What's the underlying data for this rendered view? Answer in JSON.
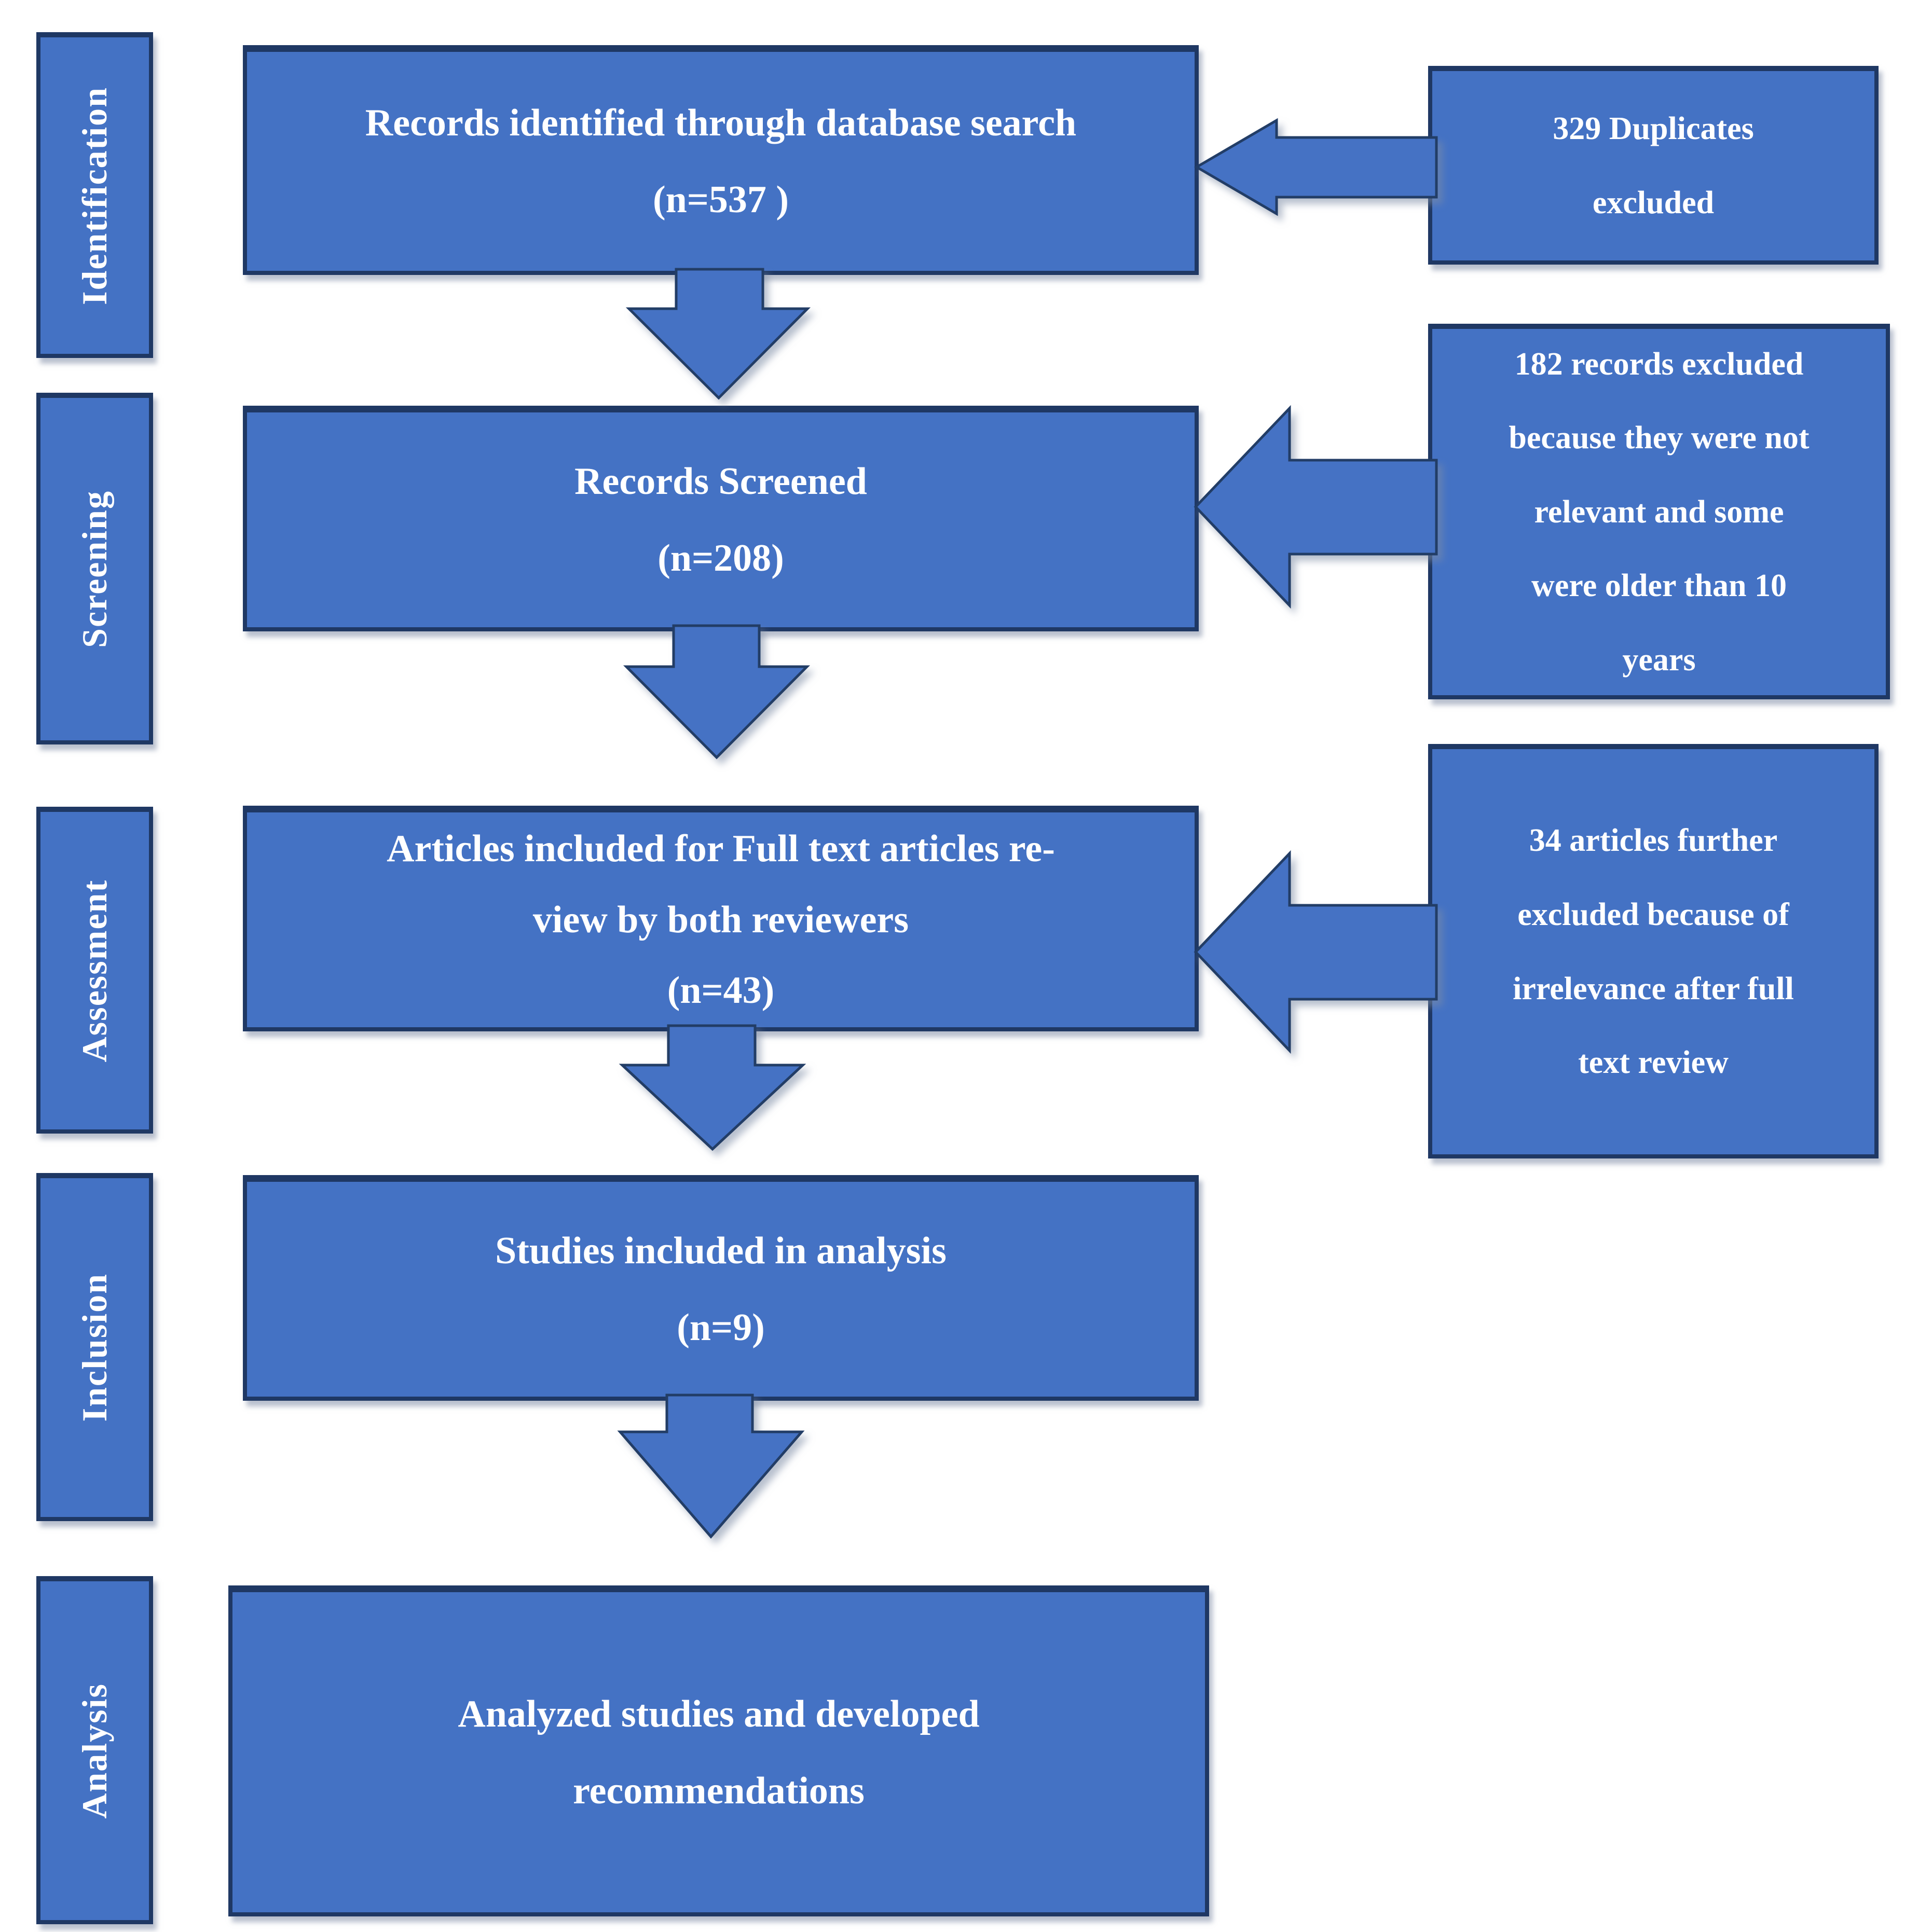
{
  "diagram": {
    "title": "PRISMA style study selection flow diagram",
    "colors": {
      "box_fill": "#4472c4",
      "box_border": "#1f3864",
      "text": "#ffffff",
      "background": "#ffffff"
    },
    "stages": [
      {
        "label": "Identification"
      },
      {
        "label": "Screening"
      },
      {
        "label": "Assessment"
      },
      {
        "label": "Inclusion"
      },
      {
        "label": "Analysis"
      }
    ],
    "main_boxes": [
      {
        "text": "Records identified through database search\n(n=537 )"
      },
      {
        "text": "Records Screened\n(n=208)"
      },
      {
        "text": "Articles included for Full text articles re-\nview by both reviewers\n(n=43)"
      },
      {
        "text": "Studies included in analysis\n(n=9)"
      },
      {
        "text": "Analyzed studies and developed\nrecommendations"
      }
    ],
    "side_boxes": [
      {
        "text": "329 Duplicates\nexcluded"
      },
      {
        "text": "182 records excluded\nbecause they were not\nrelevant and some\nwere older than 10\nyears"
      },
      {
        "text": "34 articles further\nexcluded because of\nirrelevance after full\ntext review"
      }
    ]
  }
}
